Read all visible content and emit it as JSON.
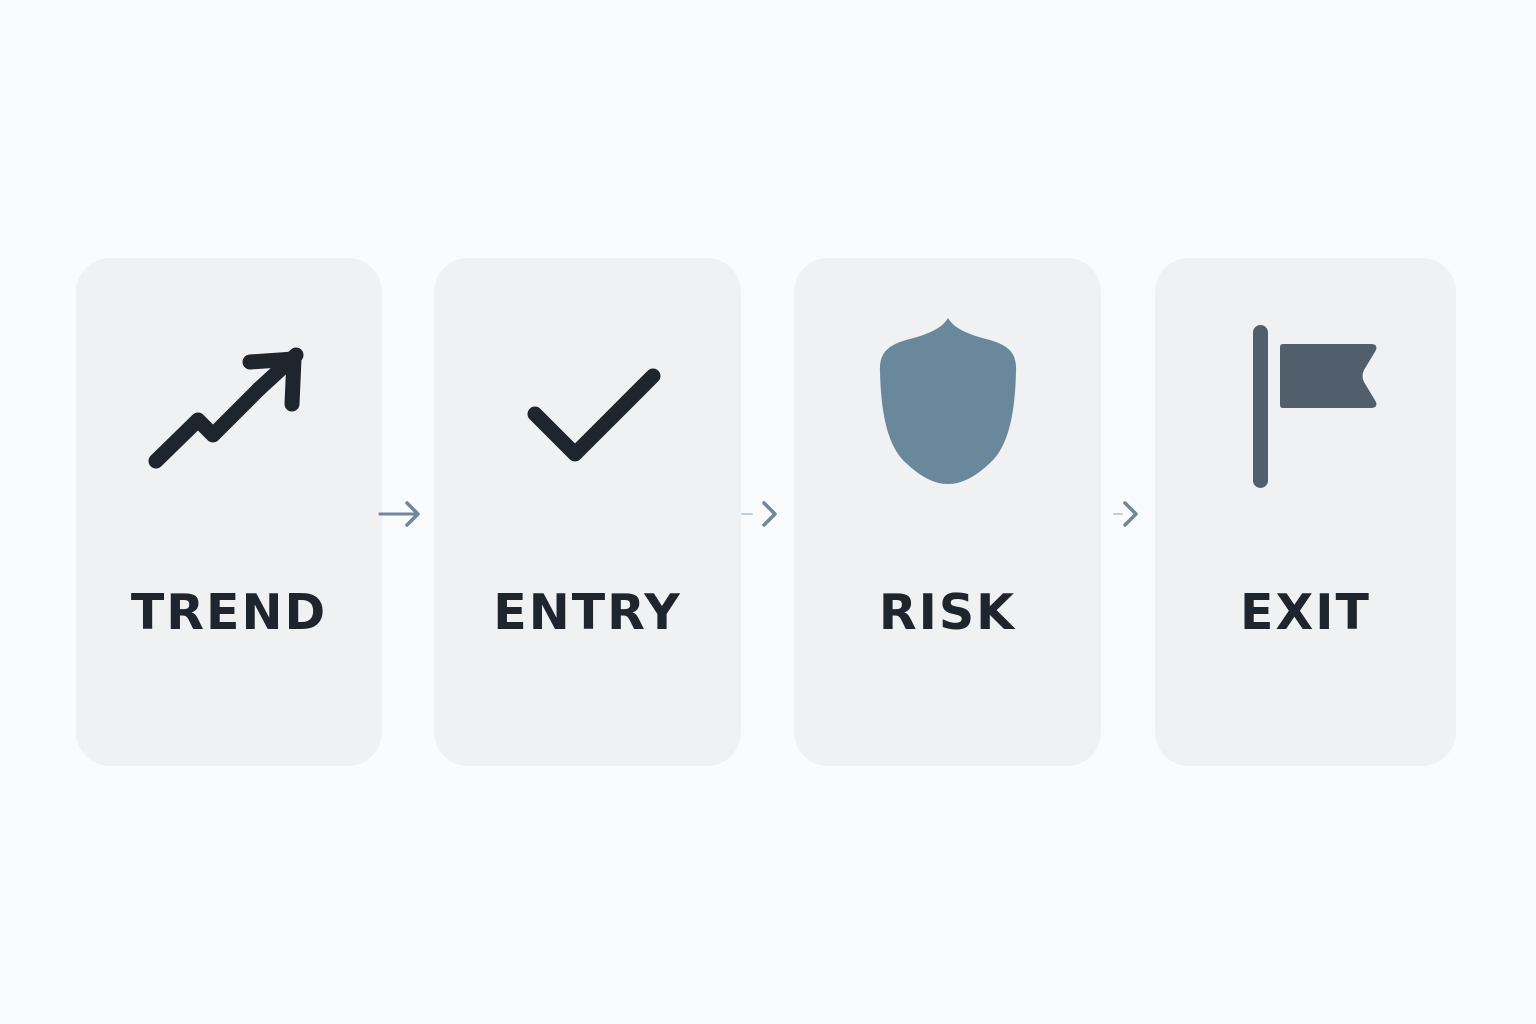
{
  "steps": [
    {
      "label": "TREND",
      "icon": "trending-up-icon",
      "icon_color": "#1f252d"
    },
    {
      "label": "ENTRY",
      "icon": "checkmark-icon",
      "icon_color": "#1f252d"
    },
    {
      "label": "RISK",
      "icon": "shield-icon",
      "icon_color": "#6a889c"
    },
    {
      "label": "EXIT",
      "icon": "flag-icon",
      "icon_color": "#505f6b"
    }
  ],
  "connectors": [
    {
      "icon": "arrow-right-icon",
      "color": "#6f8799"
    },
    {
      "icon": "chevron-right-icon",
      "color": "#6f8799"
    },
    {
      "icon": "chevron-right-icon",
      "color": "#6f8799"
    }
  ],
  "colors": {
    "background": "#fafbfc",
    "card": "#f0f1f3",
    "text": "#1f252d"
  }
}
